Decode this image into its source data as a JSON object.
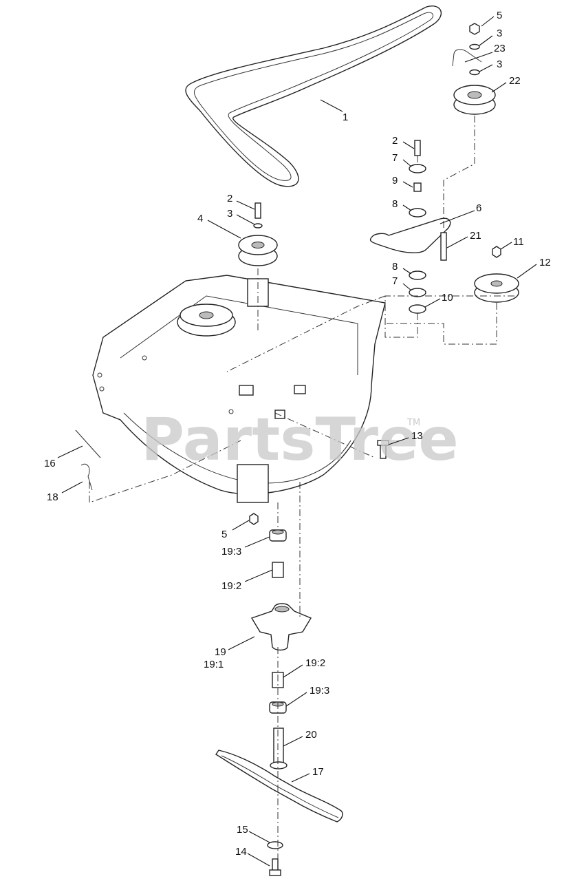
{
  "watermark": {
    "text": "PartsTree",
    "tm": "TM"
  },
  "callouts": {
    "c1": "1",
    "c2a": "2",
    "c2b": "2",
    "c3a": "3",
    "c3b": "3",
    "c3c": "3",
    "c4": "4",
    "c5a": "5",
    "c5b": "5",
    "c6": "6",
    "c7a": "7",
    "c7b": "7",
    "c8a": "8",
    "c8b": "8",
    "c9": "9",
    "c10": "10",
    "c11": "11",
    "c12": "12",
    "c13": "13",
    "c14": "14",
    "c15": "15",
    "c16": "16",
    "c17": "17",
    "c18": "18",
    "c19": "19",
    "c19_1": "19:1",
    "c19_2a": "19:2",
    "c19_2b": "19:2",
    "c19_3a": "19:3",
    "c19_3b": "19:3",
    "c20": "20",
    "c21": "21",
    "c22": "22",
    "c23": "23"
  }
}
